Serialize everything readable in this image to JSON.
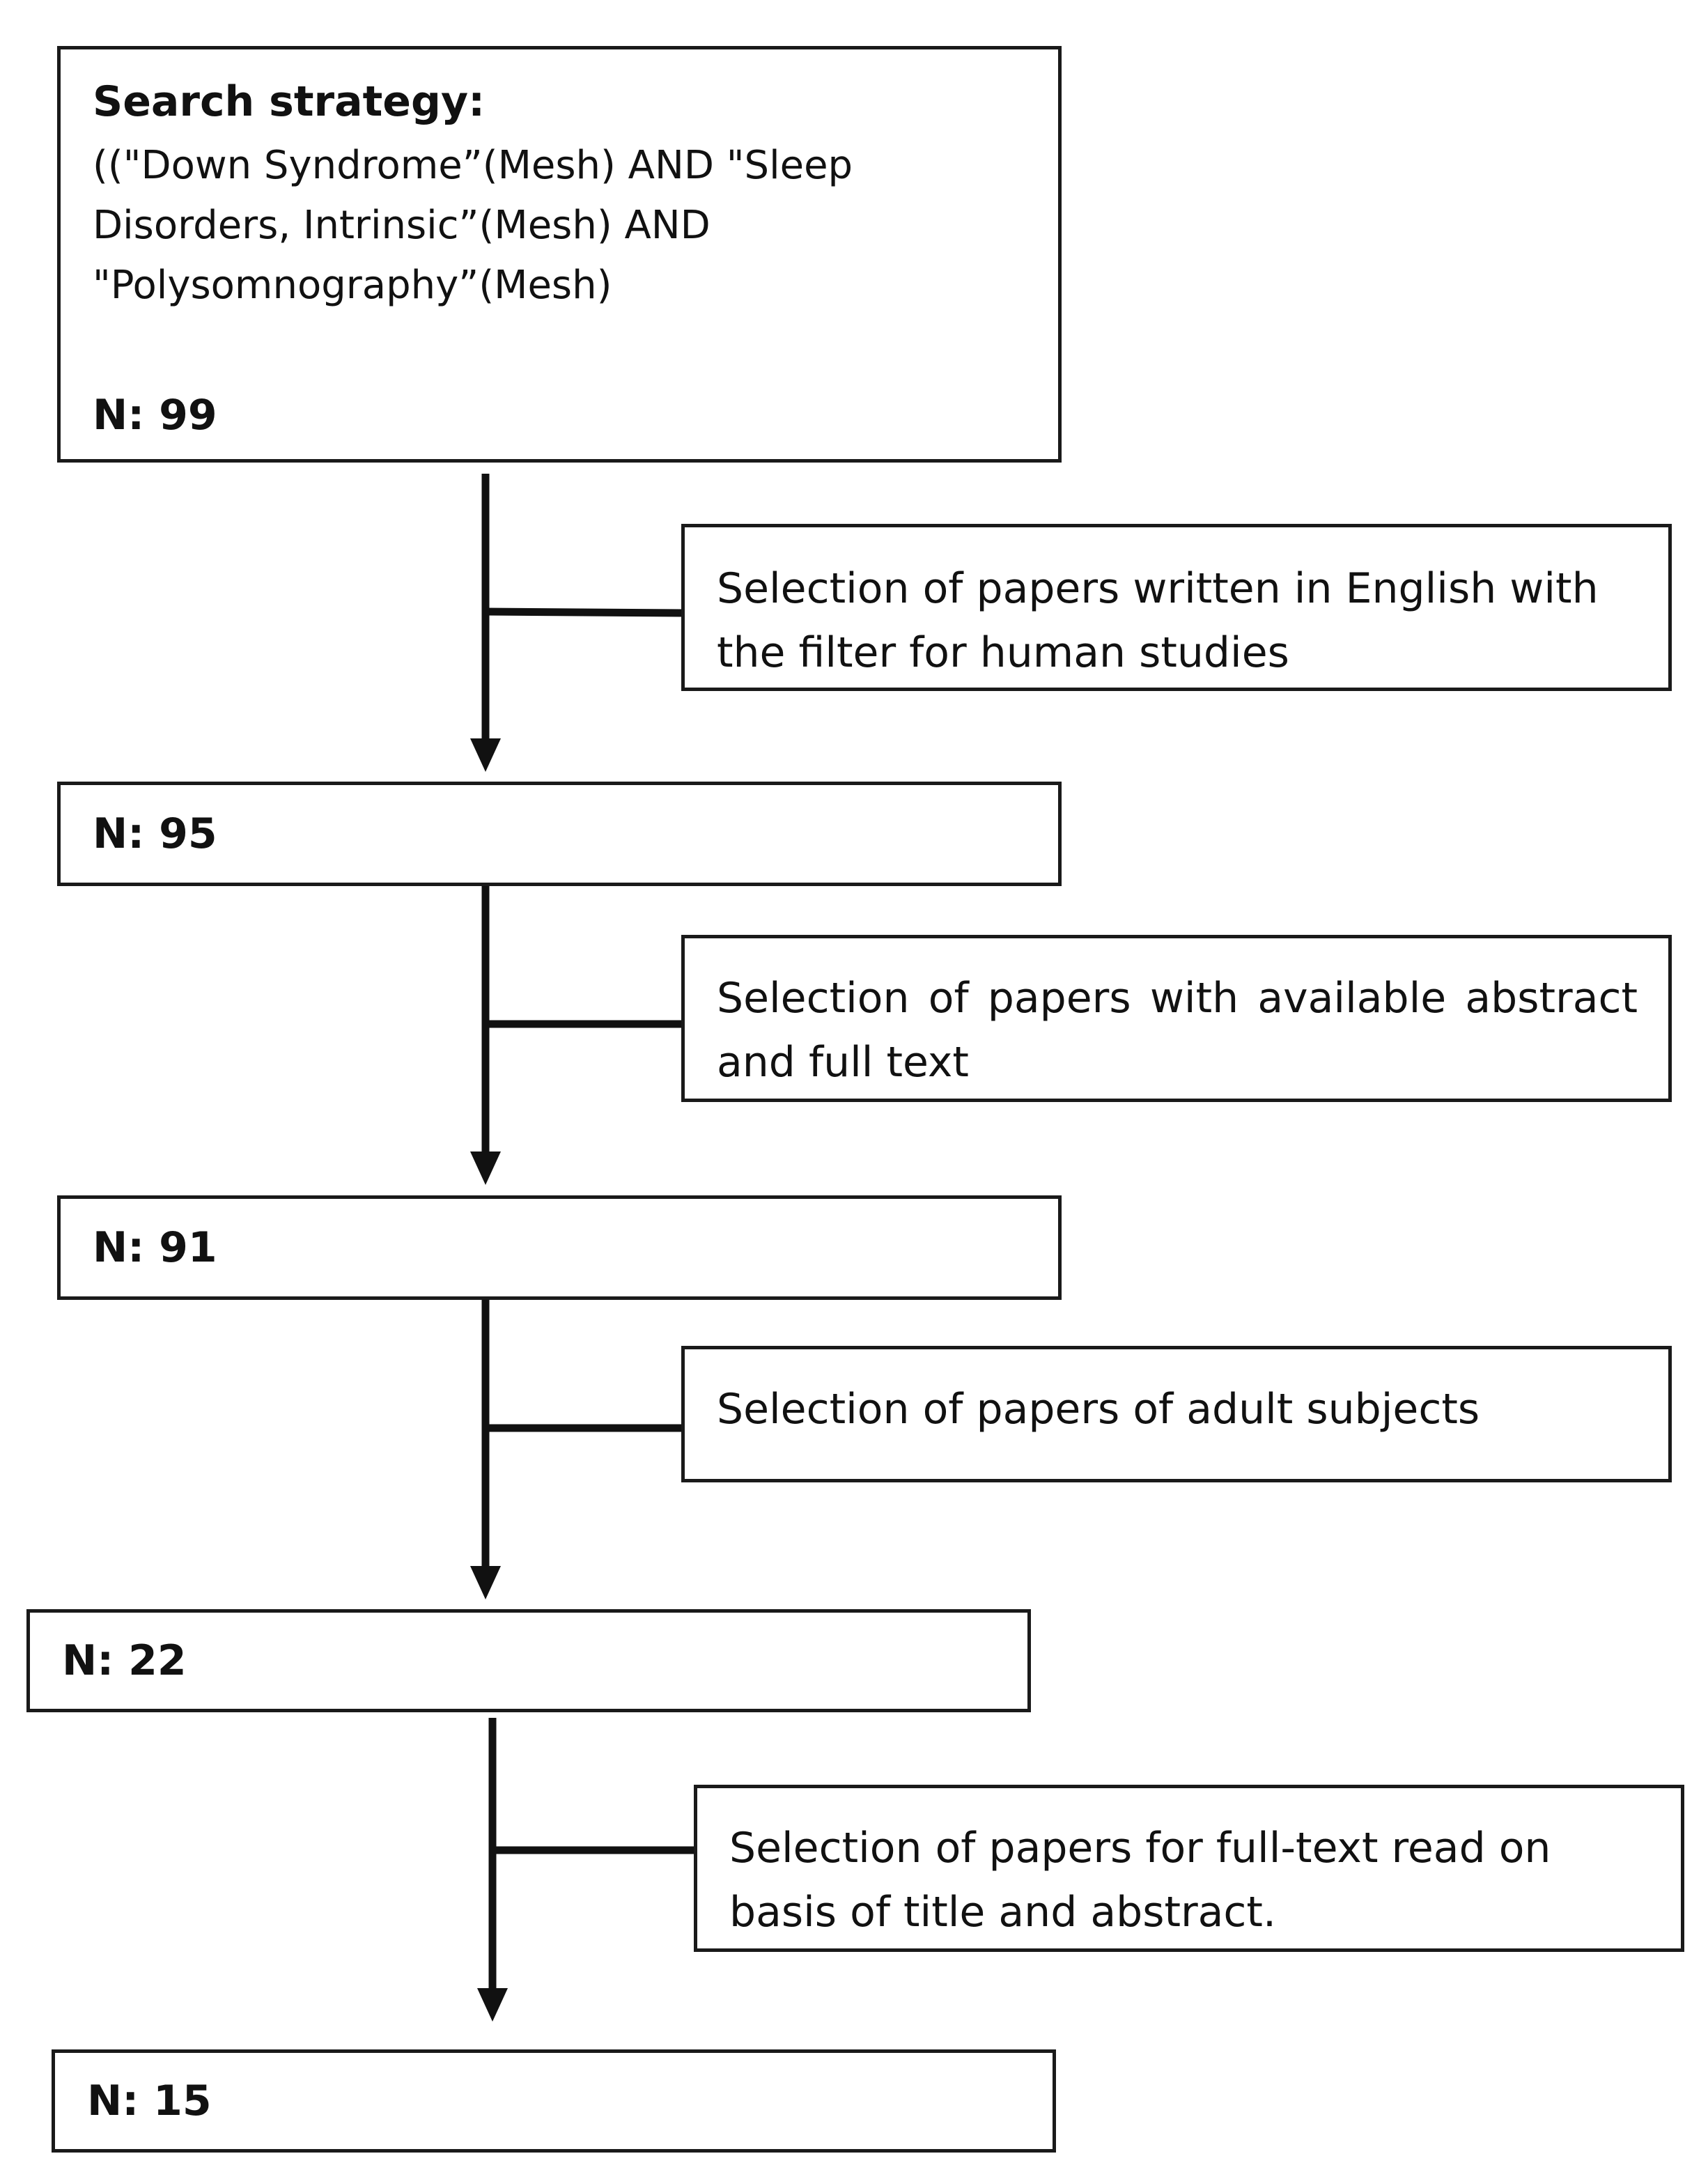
{
  "search_box": {
    "title": "Search strategy:",
    "query_lines": [
      "((\"Down Syndrome”(Mesh) AND \"Sleep",
      "Disorders, Intrinsic”(Mesh) AND",
      "\"Polysomnography”(Mesh)"
    ],
    "count": "N: 99"
  },
  "steps": [
    {
      "filter": "Selection of papers written in English with the filter for human studies",
      "result": "N: 95"
    },
    {
      "filter": "Selection of papers with available abstract and full text",
      "result": "N: 91"
    },
    {
      "filter": "Selection of papers of adult subjects",
      "result": "N: 22"
    },
    {
      "filter": "Selection of papers for full-text read on basis of title and abstract.",
      "result": "N: 15"
    }
  ],
  "colors": {
    "stroke": "#1a1a1a",
    "background": "#ffffff"
  }
}
